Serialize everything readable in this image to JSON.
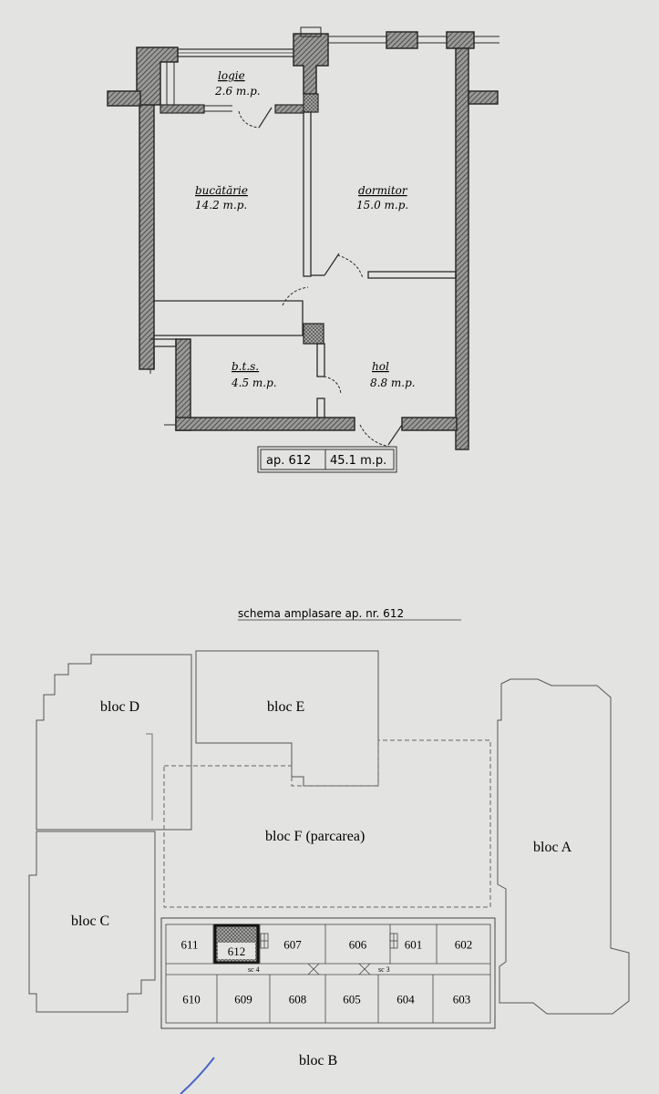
{
  "floorplan": {
    "rooms": [
      {
        "id": "logie",
        "name": "logie",
        "area": "2.6 m.p."
      },
      {
        "id": "bucatarie",
        "name": "bucătărie",
        "area": "14.2 m.p."
      },
      {
        "id": "dormitor",
        "name": "dormitor",
        "area": "15.0 m.p."
      },
      {
        "id": "bts",
        "name": "b.t.s.",
        "area": "4.5 m.p."
      },
      {
        "id": "hol",
        "name": "hol",
        "area": "8.8 m.p."
      }
    ],
    "apartment_box": {
      "label": "ap. 612",
      "area": "45.1 m.p."
    }
  },
  "schema": {
    "title": "schema amplasare ap. nr. 612",
    "blocs": {
      "A": "bloc A",
      "B": "bloc B",
      "C": "bloc C",
      "D": "bloc D",
      "E": "bloc E",
      "F": "bloc F (parcarea)"
    },
    "units_top": [
      "611",
      "612",
      "607",
      "606",
      "601",
      "602"
    ],
    "units_bottom": [
      "610",
      "609",
      "608",
      "605",
      "604",
      "603"
    ],
    "sections": [
      "sc 4",
      "sc 3"
    ],
    "highlighted_unit": "612"
  }
}
